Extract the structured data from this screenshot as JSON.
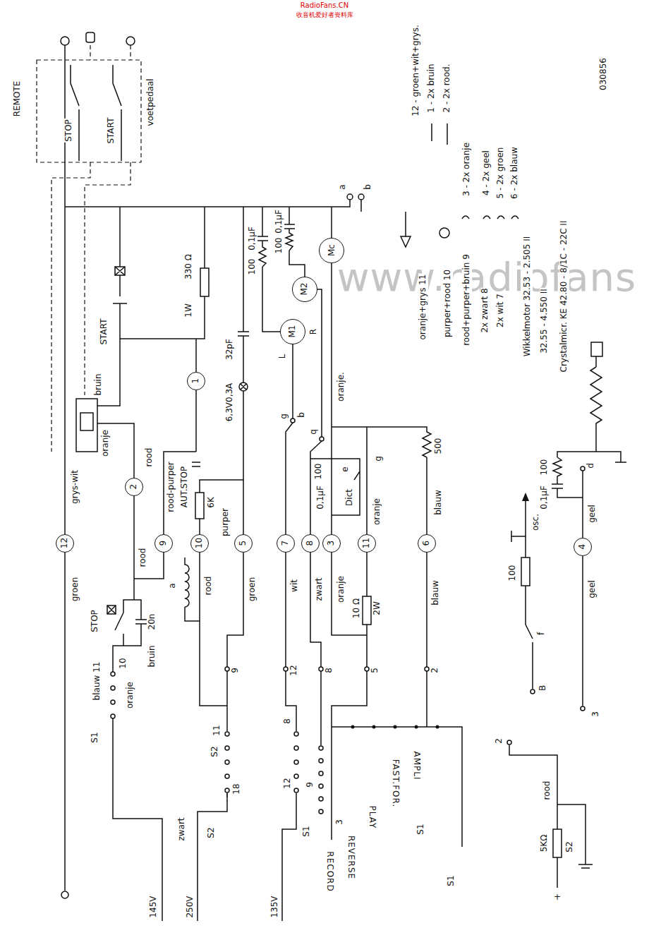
{
  "diagram": {
    "nodes": [
      {
        "text": [
          "Mc"
        ]
      },
      {
        "text": [
          "M2"
        ]
      },
      {
        "text": [
          "M1"
        ]
      },
      {
        "text": [
          "1"
        ]
      },
      {
        "text": [
          "2"
        ]
      },
      {
        "text": [
          "12"
        ]
      },
      {
        "text": [
          "9"
        ]
      },
      {
        "text": [
          "10"
        ]
      },
      {
        "text": [
          "5"
        ]
      },
      {
        "text": [
          "7"
        ]
      },
      {
        "text": [
          "8"
        ]
      },
      {
        "text": [
          "3"
        ]
      },
      {
        "text": [
          "11"
        ]
      },
      {
        "text": [
          "6"
        ]
      },
      {
        "text": [
          "4"
        ]
      }
    ],
    "labels": [
      "RadioFans.CN",
      "收音机爱好者资料库",
      "www.radiofans",
      "REMOTE",
      "STOP",
      "START",
      "voetpedaal",
      "grys-wit",
      "groen",
      "START",
      "bruin",
      "oranje",
      "330 Ω",
      "1W",
      "32pF",
      "6,3V0,3A",
      "0,1µF",
      "100",
      "0,1µF",
      "100",
      "L",
      "R",
      "a",
      "b",
      "oranje.",
      "rood",
      "rood-purper",
      "AUT.STOP",
      "a",
      "6K",
      "purper",
      "g",
      "b",
      "q",
      "100",
      "0,1µF",
      "e",
      "Dict",
      "g",
      "oranje",
      "500",
      "blauw",
      "rood",
      "groen",
      "wit",
      "zwart",
      "oranje",
      "blauw",
      "10 Ω",
      "2W",
      "9",
      "12",
      "8",
      "5",
      "2",
      "STOP",
      "20n",
      "bruin",
      "rood",
      "10",
      "blauw 11",
      "oranje",
      "S1",
      "zwart",
      "145V",
      "250V",
      "135V",
      "11",
      "S2",
      "18",
      "S2",
      "8",
      "12",
      "9",
      "S1",
      "3",
      "RECORD",
      "REVERSE",
      "PLAY",
      "FAST.FOR.",
      "AMPLI",
      "S1",
      "S1",
      "osc.",
      "100",
      "f",
      "B",
      "geel",
      "geel",
      "d",
      "0,1µF",
      "100",
      "3",
      "rood",
      "2",
      "5KΩ",
      "S2",
      "+",
      "12 - groen+wit+grys.",
      "1 - 2x bruin",
      "2 - 2x rood.",
      "3 - 2x oranje",
      "4 - 2x geel",
      "5 - 2x groen",
      "6 - 2x blauw",
      "oranje+grys 11",
      "purper+rood 10",
      "rood+purper+bruin 9",
      "2x zwart 8",
      "2x wit 7",
      "Wikkelmotor 32.53 - 2.505 II",
      "32.55 - 4.550 II",
      "Crystalmicr. KE 42.80 - 8/1C - 22C II",
      "030856"
    ]
  }
}
